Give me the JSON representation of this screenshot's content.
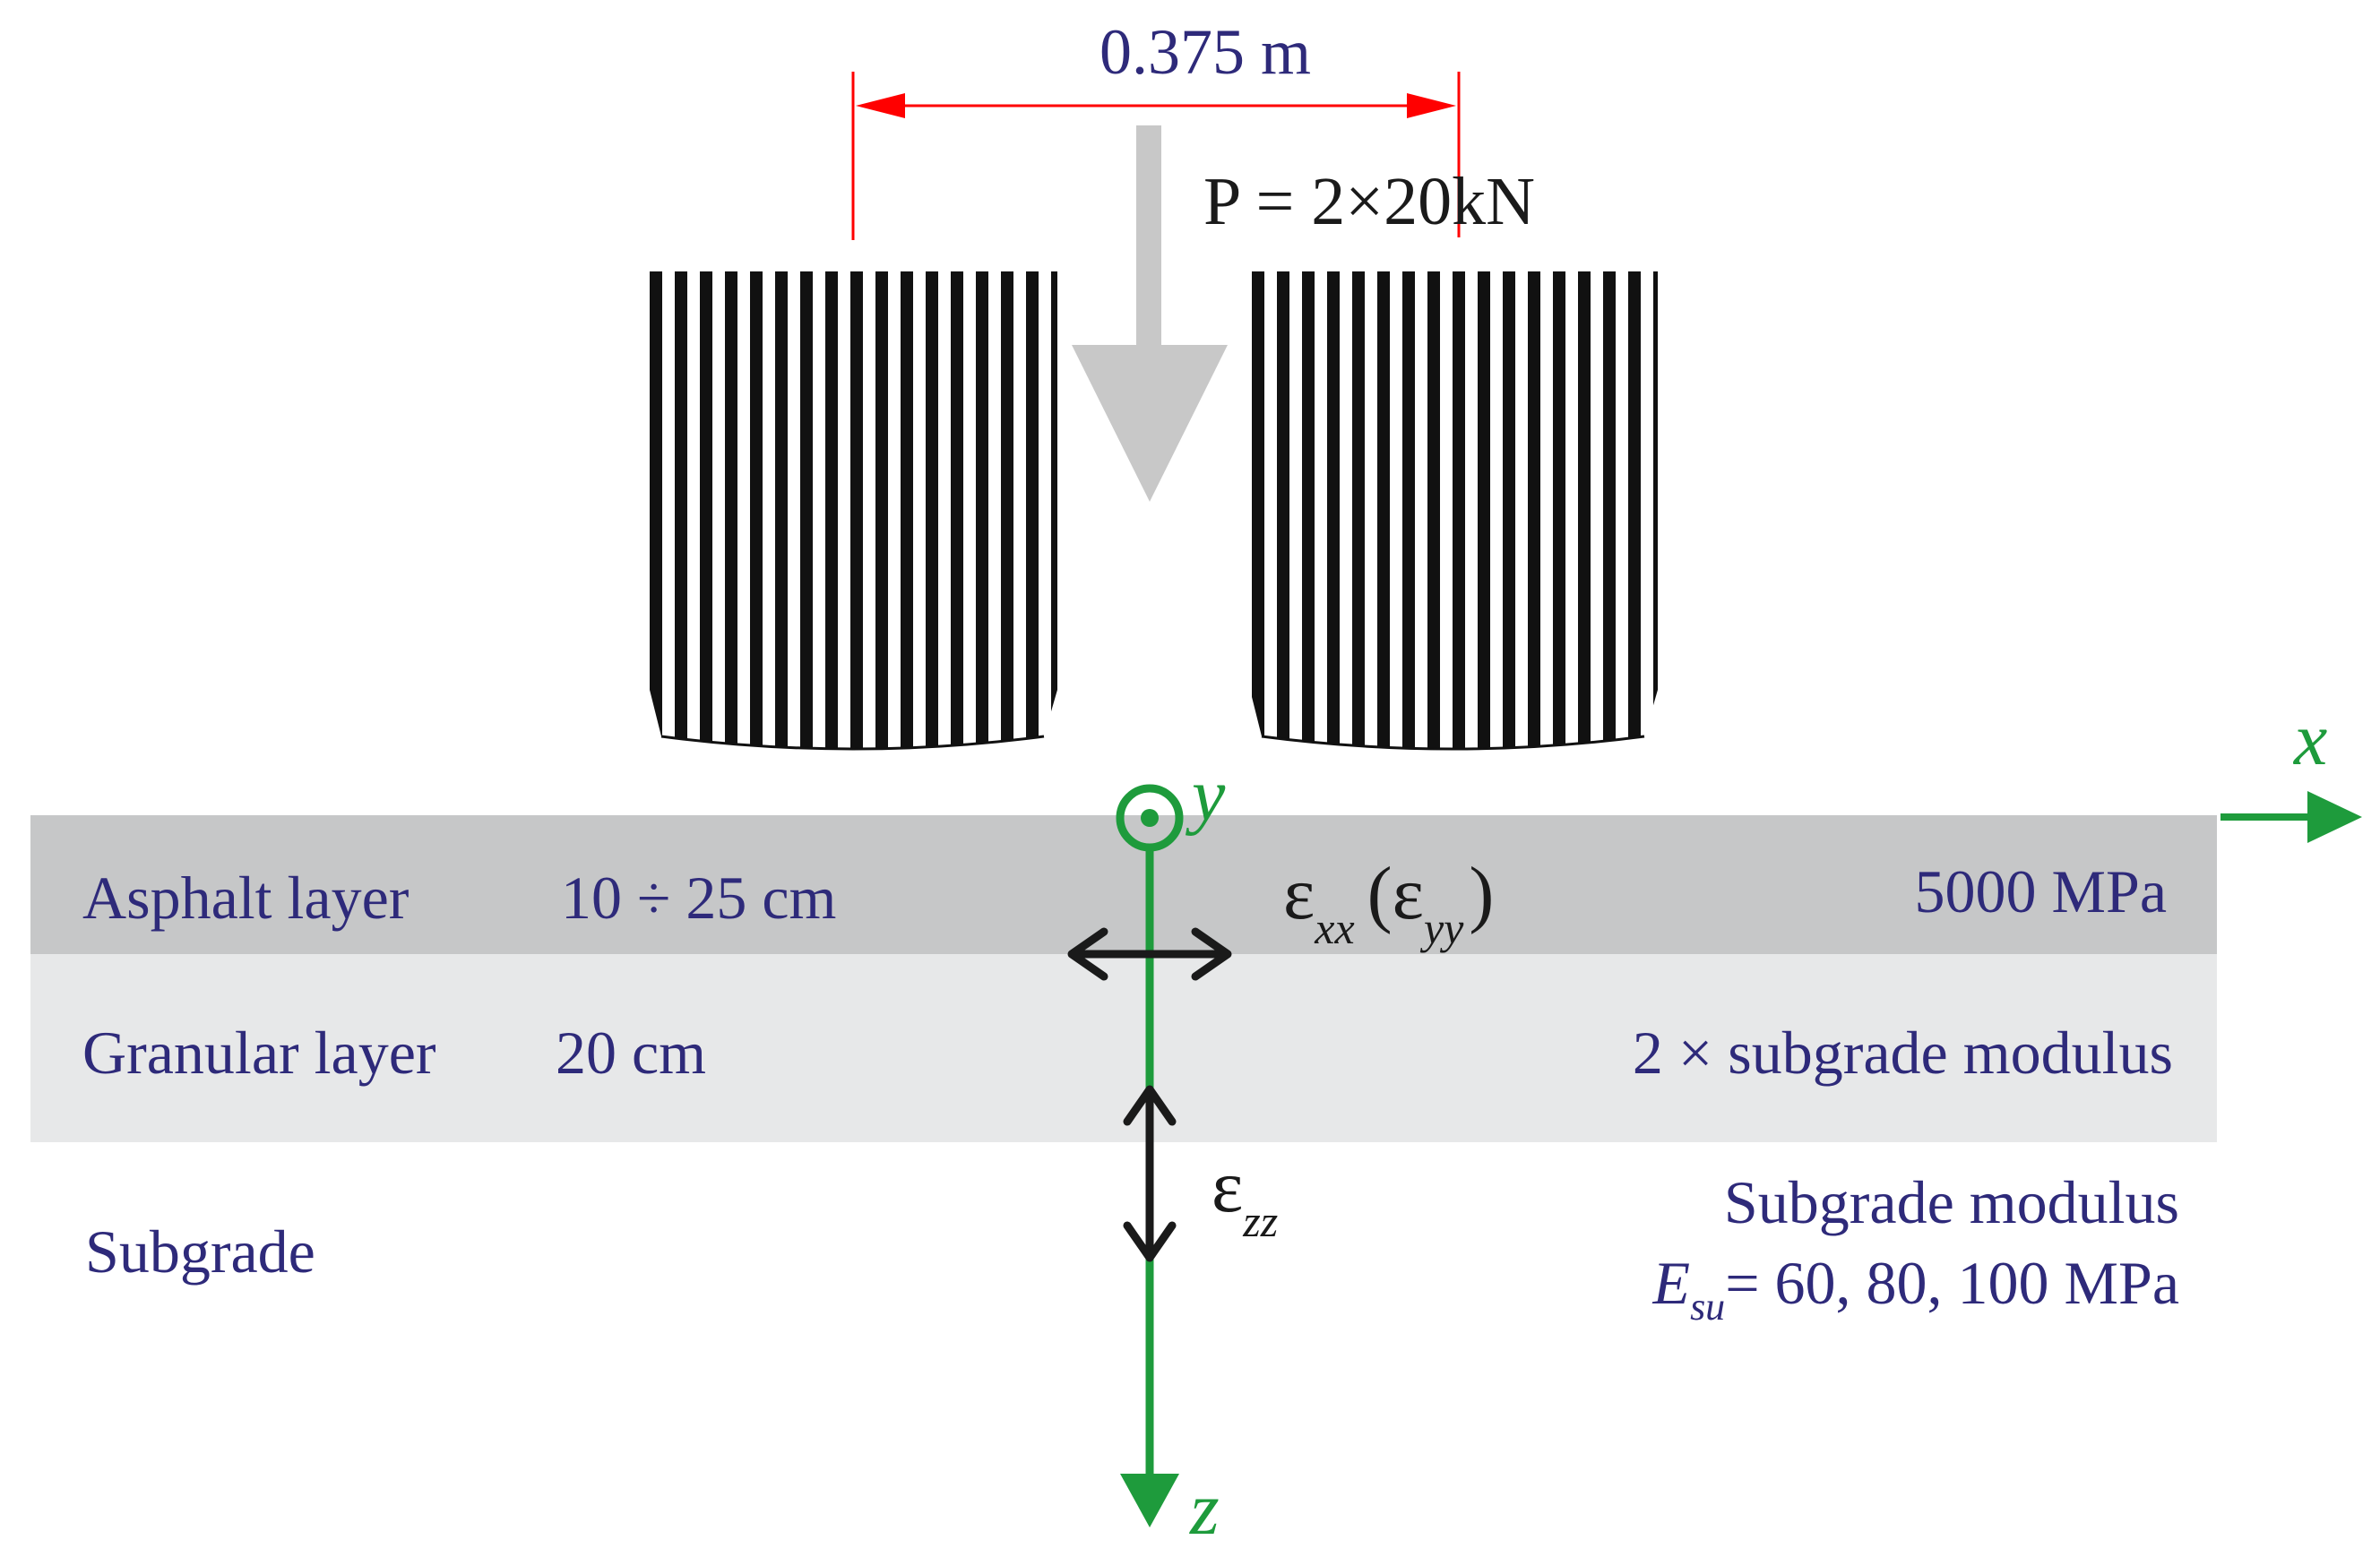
{
  "dimension": {
    "text": "0.375 m"
  },
  "load": {
    "text": "P = 2×20kN"
  },
  "axes": {
    "x": "x",
    "y": "y",
    "z": "z"
  },
  "strain": {
    "eps": "ε",
    "horizontal_sub": "xx",
    "horizontal_alt_sub": "yy",
    "vertical_sub": "zz"
  },
  "layers": [
    {
      "name": "Asphalt layer",
      "thickness": "10 ÷ 25 cm",
      "modulus": "5000 MPa"
    },
    {
      "name": "Granular layer",
      "thickness": "20 cm",
      "modulus": "2 × subgrade modulus"
    },
    {
      "name": "Subgrade",
      "modulus": "Subgrade modulus",
      "modulus_symbol": "E",
      "modulus_sub": "su",
      "modulus_values": "= 60, 80, 100 MPa"
    }
  ],
  "colors": {
    "label_text": "#2E2A7A",
    "dimension_line": "#FF0000",
    "axis_green": "#1E9B3C",
    "asphalt_fill": "#C6C7C8",
    "granular_fill": "#E7E8E9",
    "load_arrow": "#C8C8C8",
    "strain_arrow": "#1A1A1A",
    "tire_stripe": "#111111"
  }
}
